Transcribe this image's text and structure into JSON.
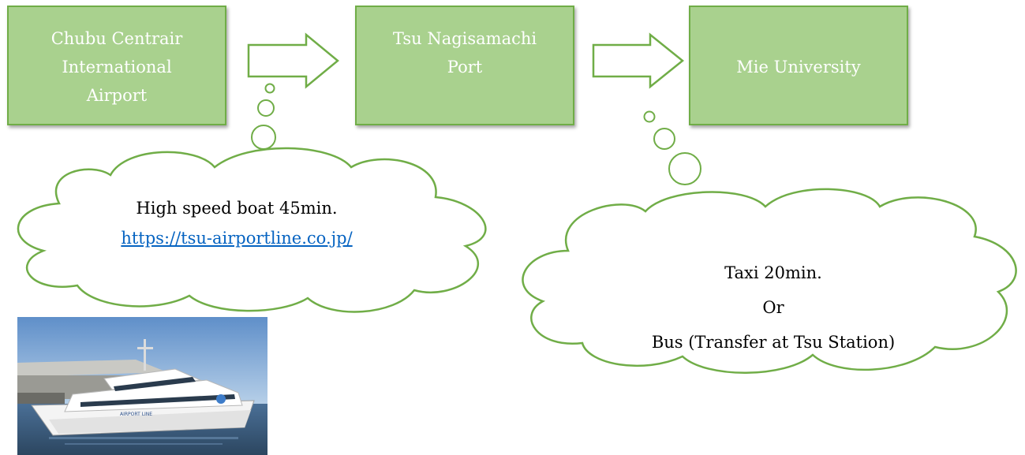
{
  "flow": {
    "steps": [
      {
        "label": "Chubu Centrair\nInternational\nAirport"
      },
      {
        "label": "Tsu Nagisamachi\nPort"
      },
      {
        "label": "Mie University"
      }
    ]
  },
  "callouts": {
    "boat": {
      "text": "High speed boat 45min.",
      "link": "https://tsu-airportline.co.jp/"
    },
    "taxi": {
      "line1": "Taxi 20min.",
      "line2": "Or",
      "line3": "Bus (Transfer at Tsu Station)"
    }
  },
  "photo": {
    "subject": "high-speed ferry docked at pier",
    "hull_lettering": "AIRPORT LINE"
  },
  "colors": {
    "box_fill": "#a9d18e",
    "box_border": "#70ad47",
    "link": "#0563c1"
  }
}
